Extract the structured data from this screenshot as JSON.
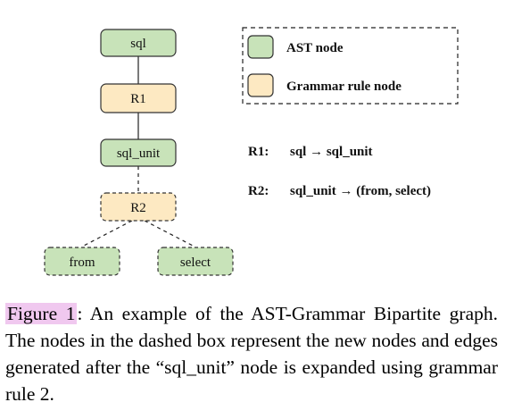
{
  "diagram": {
    "nodes": {
      "sql": "sql",
      "r1": "R1",
      "sql_unit": "sql_unit",
      "r2": "R2",
      "from": "from",
      "select": "select"
    },
    "legend": {
      "ast_node": "AST node",
      "grammar_rule_node": "Grammar rule node"
    },
    "rules": [
      {
        "id": "R1:",
        "text": "sql → sql_unit"
      },
      {
        "id": "R2:",
        "text": "sql_unit → (from, select)"
      }
    ],
    "colors": {
      "ast_node_fill": "#c8e3b9",
      "grammar_rule_fill": "#fde9c2"
    }
  },
  "caption": {
    "label": "Figure 1",
    "text": ":  An example of the AST-Grammar Bipartite graph. The nodes in the dashed box represent the new nodes and edges generated after the “sql_unit” node is expanded using grammar rule 2."
  }
}
